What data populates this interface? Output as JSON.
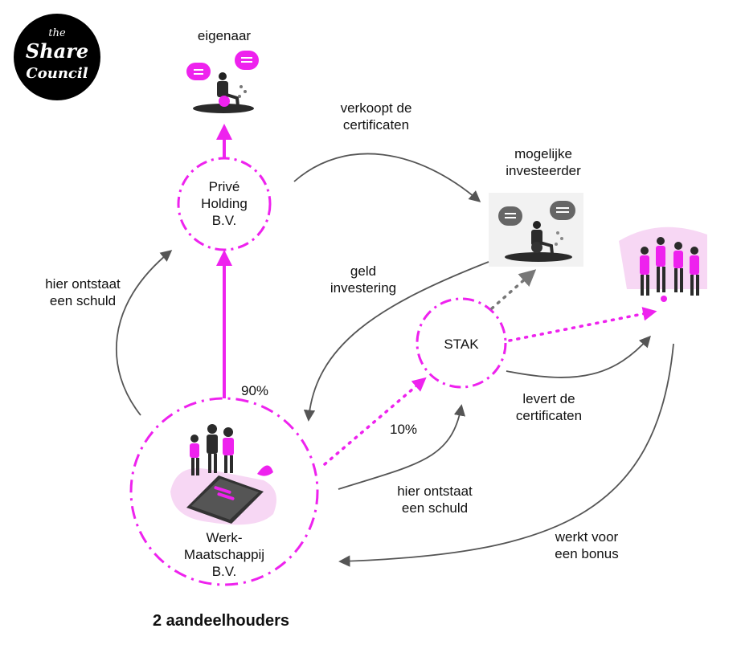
{
  "logo": {
    "line1": "the",
    "line2": "Share",
    "line3": "Council"
  },
  "nodes": {
    "eigenaar": "eigenaar",
    "prive_holding": [
      "Privé",
      "Holding",
      "B.V."
    ],
    "investeerder": [
      "mogelijke",
      "investeerder"
    ],
    "stak": "STAK",
    "werkmaatschappij": [
      "Werk-",
      "Maatschappij",
      "B.V."
    ]
  },
  "edges": {
    "verkoopt": [
      "verkoopt de",
      "certificaten"
    ],
    "geld": [
      "geld",
      "investering"
    ],
    "schuld_left": [
      "hier ontstaat",
      "een schuld"
    ],
    "pct_90": "90%",
    "pct_10": "10%",
    "levert": [
      "levert de",
      "certificaten"
    ],
    "schuld_right": [
      "hier ontstaat",
      "een schuld"
    ],
    "werkt": [
      "werkt voor",
      "een bonus"
    ]
  },
  "footer": "2 aandeelhouders",
  "colors": {
    "accent": "#ee22ee",
    "arrow": "#555555",
    "dots": "#777777",
    "logo_bg": "#000000"
  }
}
